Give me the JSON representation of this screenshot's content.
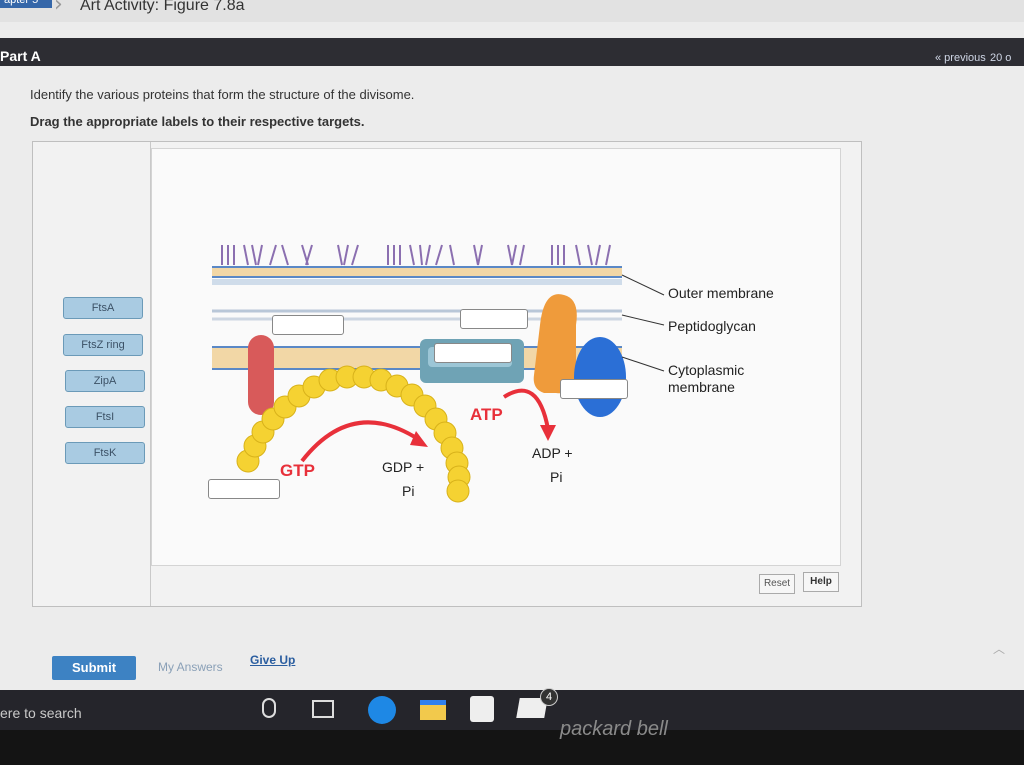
{
  "breadcrumb": {
    "chapter": "apter 5",
    "title": "Art Activity: Figure 7.8a"
  },
  "header": {
    "part_label": "Part A",
    "previous_link": "« previous",
    "page_count": "20 o"
  },
  "instructions": {
    "line1": "Identify the various proteins that form the structure of the divisome.",
    "line2": "Drag the appropriate labels to their respective targets."
  },
  "labels": [
    "FtsA",
    "FtsZ ring",
    "ZipA",
    "FtsI",
    "FtsK"
  ],
  "diagram": {
    "outer_membrane": "Outer membrane",
    "peptidoglycan": "Peptidoglycan",
    "cytoplasmic_line1": "Cytoplasmic",
    "cytoplasmic_line2": "membrane",
    "gtp": "GTP",
    "atp": "ATP",
    "gdp_line1": "GDP +",
    "gdp_line2": "Pi",
    "adp_line1": "ADP +",
    "adp_line2": "Pi"
  },
  "buttons": {
    "reset": "Reset",
    "help": "Help",
    "submit": "Submit",
    "my_answers": "My Answers",
    "give_up": "Give Up"
  },
  "taskbar": {
    "search": "ere to search",
    "mail_badge": "4"
  },
  "brand": "packard bell",
  "colors": {
    "label_chip": "#a9cbe2",
    "submit": "#3d82c3",
    "atp_red": "#e8303a",
    "ftsz_yellow": "#f5d232",
    "header": "#2d2d33"
  }
}
